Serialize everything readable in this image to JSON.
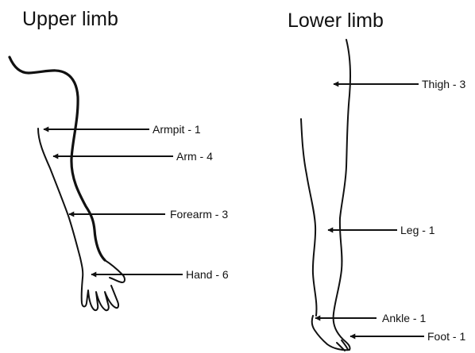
{
  "panels": {
    "upper": {
      "title": "Upper limb",
      "labels": {
        "armpit": "Armpit - 1",
        "arm": "Arm - 4",
        "forearm": "Forearm - 3",
        "hand": "Hand - 6"
      }
    },
    "lower": {
      "title": "Lower limb",
      "labels": {
        "thigh": "Thigh - 3",
        "leg": "Leg - 1",
        "ankle": "Ankle - 1",
        "foot": "Foot - 1"
      }
    }
  }
}
